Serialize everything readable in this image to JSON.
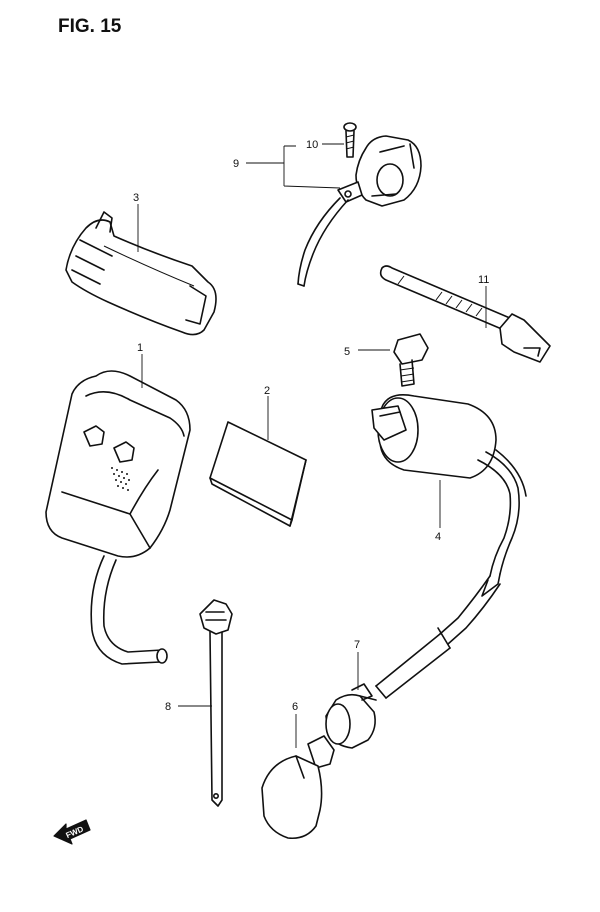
{
  "figure": {
    "title": "FIG. 15",
    "direction_label": "FWD"
  },
  "parts": {
    "p1": "1",
    "p2": "2",
    "p3": "3",
    "p4": "4",
    "p5": "5",
    "p6": "6",
    "p7": "7",
    "p8": "8",
    "p9": "9",
    "p10": "10",
    "p11": "11"
  }
}
